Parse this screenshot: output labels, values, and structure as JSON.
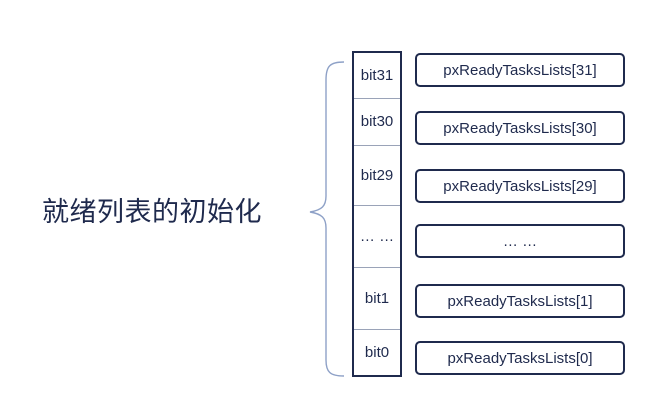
{
  "title": "就绪列表的初始化",
  "colors": {
    "ink": "#1f2a4d",
    "brace": "#8ea1c7",
    "separator": "#9aa3b8"
  },
  "bits": [
    "bit31",
    "bit30",
    "bit29",
    "… …",
    "bit1",
    "bit0"
  ],
  "lists": [
    "pxReadyTasksLists[31]",
    "pxReadyTasksLists[30]",
    "pxReadyTasksLists[29]",
    "… …",
    "pxReadyTasksLists[1]",
    "pxReadyTasksLists[0]"
  ]
}
